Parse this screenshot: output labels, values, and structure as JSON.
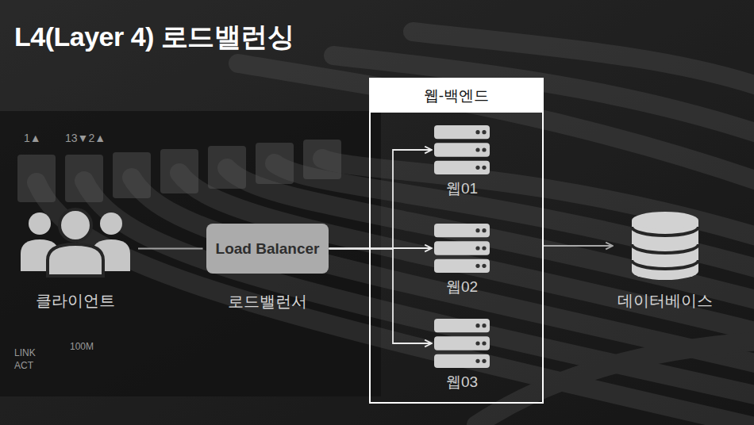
{
  "diagram": {
    "title": "L4(Layer 4) 로드밸런싱",
    "nodes": [
      {
        "text": [
          "클라이언트"
        ]
      },
      {
        "text": [
          "Load Balancer",
          "로드밸런서"
        ]
      },
      {
        "text": [
          "웹-백엔드"
        ]
      },
      {
        "text": [
          "웹01"
        ],
        "in": 2
      },
      {
        "text": [
          "웹02"
        ],
        "in": 2
      },
      {
        "text": [
          "웹03"
        ],
        "in": 2
      },
      {
        "text": [
          "데이터베이스"
        ]
      }
    ],
    "edges": [
      {
        "from": 0,
        "to": 1,
        "arrow": "none"
      },
      {
        "from": 1,
        "to": 3,
        "arrow": "to"
      },
      {
        "from": 1,
        "to": 4,
        "arrow": "to"
      },
      {
        "from": 1,
        "to": 5,
        "arrow": "to"
      },
      {
        "from": 2,
        "to": 6,
        "arrow": "to"
      }
    ],
    "labels": [
      "1▲",
      "13▼2▲",
      "LINK",
      "ACT",
      "100M"
    ]
  }
}
